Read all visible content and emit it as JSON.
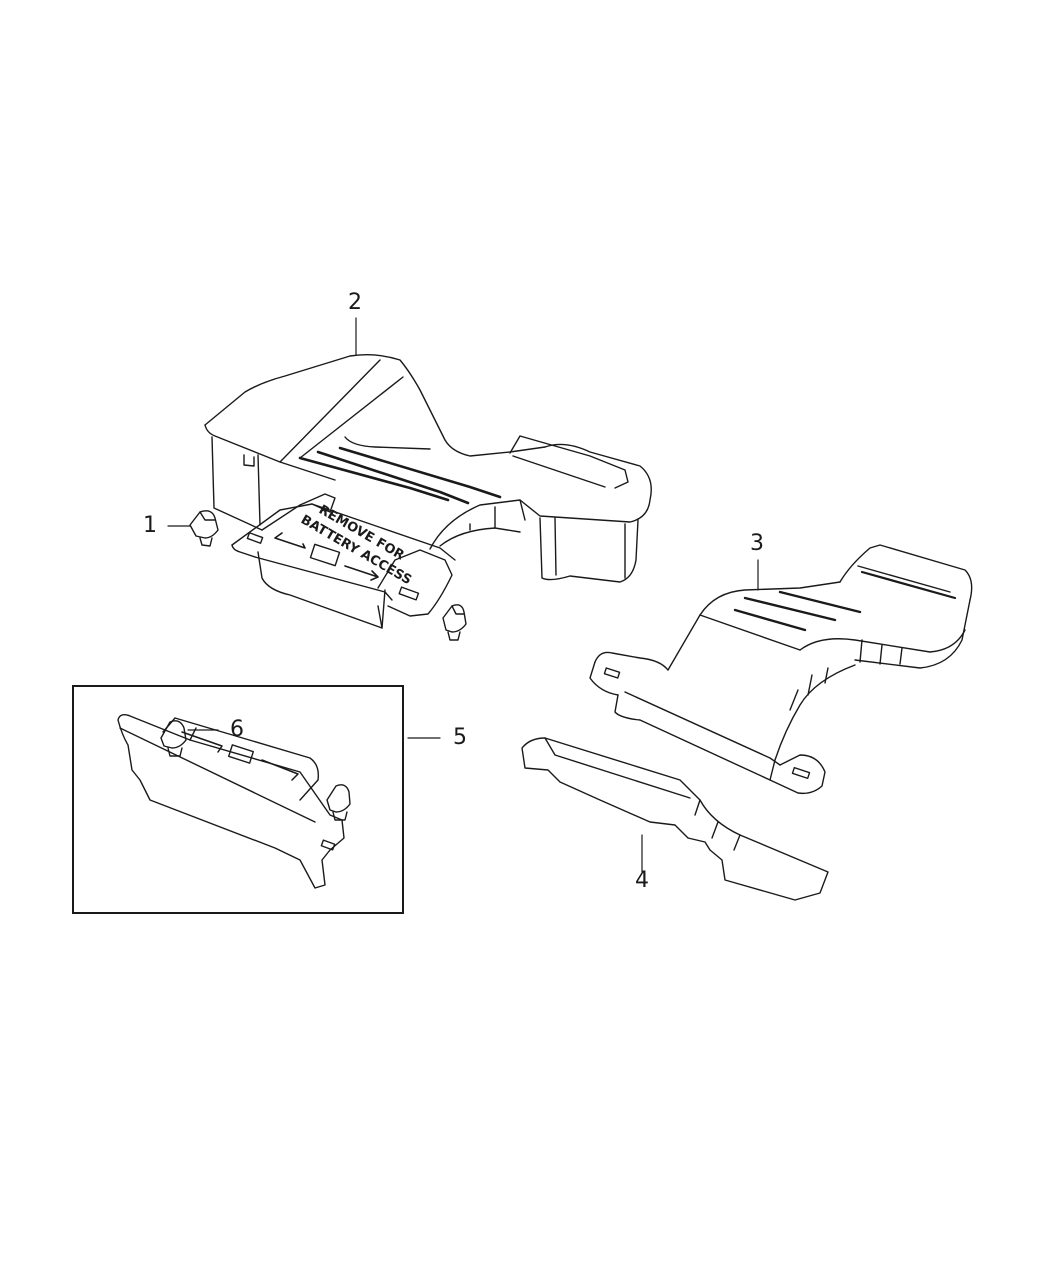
{
  "diagram": {
    "type": "exploded-parts-diagram",
    "background": "#ffffff",
    "line_color": "#1a1a1a"
  },
  "callouts": [
    {
      "number": "1",
      "part": "clip"
    },
    {
      "number": "2",
      "part": "main air duct cover"
    },
    {
      "number": "3",
      "part": "rear air duct"
    },
    {
      "number": "4",
      "part": "duct support / foam spacer"
    },
    {
      "number": "5",
      "part": "access panel kit (inset)"
    },
    {
      "number": "6",
      "part": "clip (in kit)"
    }
  ],
  "labels": {
    "c1": "1",
    "c2": "2",
    "c3": "3",
    "c4": "4",
    "c5": "5",
    "c6": "6",
    "embossed_line1": "REMOVE FOR",
    "embossed_line2": "BATTERY ACCESS"
  }
}
